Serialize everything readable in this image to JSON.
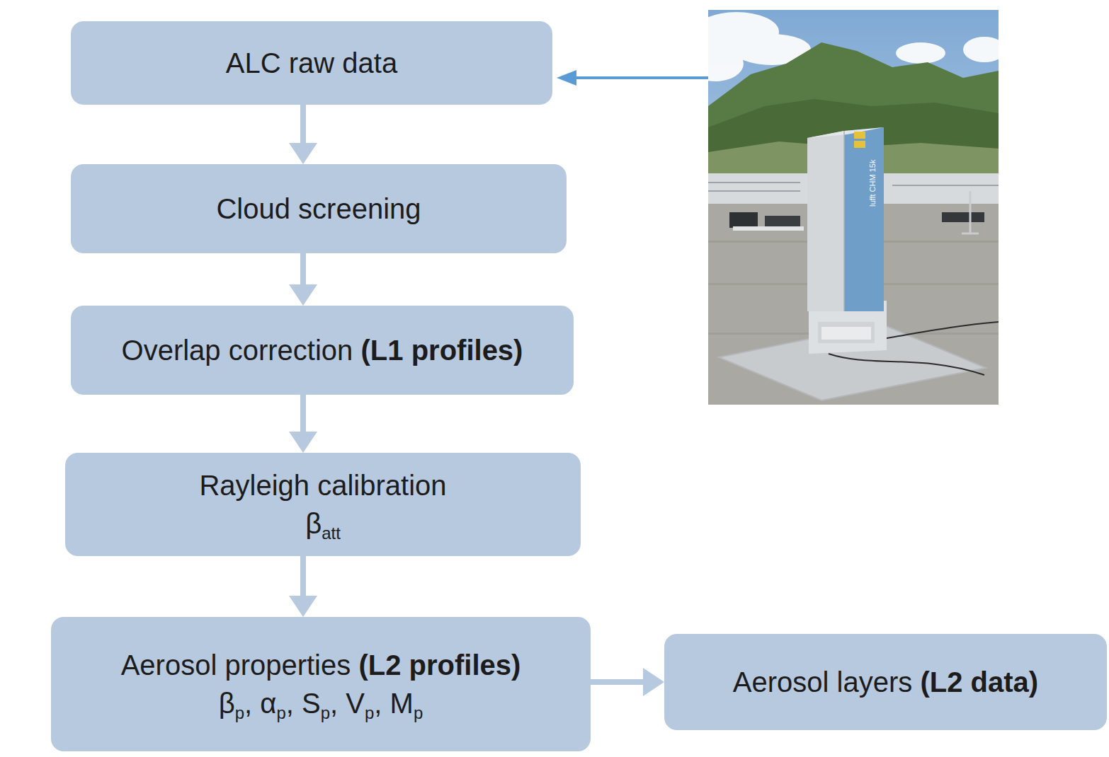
{
  "diagram": {
    "nodes": [
      {
        "text": [
          "ALC raw data"
        ]
      },
      {
        "text": [
          "Cloud screening"
        ]
      },
      {
        "text": [
          "Overlap correction",
          "(L1 profiles)"
        ]
      },
      {
        "text": [
          "Rayleigh calibration",
          "βatt"
        ]
      },
      {
        "text": [
          "Aerosol properties",
          "(L2 profiles)",
          "βp, αp, Sp, Vp, Mp"
        ]
      },
      {
        "text": [
          "Aerosol layers",
          "(L2 data)"
        ]
      }
    ],
    "edges": [
      {
        "from": 0,
        "to": 1,
        "arrow": "to"
      },
      {
        "from": 1,
        "to": 2,
        "arrow": "to"
      },
      {
        "from": 2,
        "to": 3,
        "arrow": "to"
      },
      {
        "from": 3,
        "to": 4,
        "arrow": "to"
      },
      {
        "from": 4,
        "to": 5,
        "arrow": "to"
      }
    ],
    "labels": [
      "lufft CHM 15k"
    ]
  }
}
